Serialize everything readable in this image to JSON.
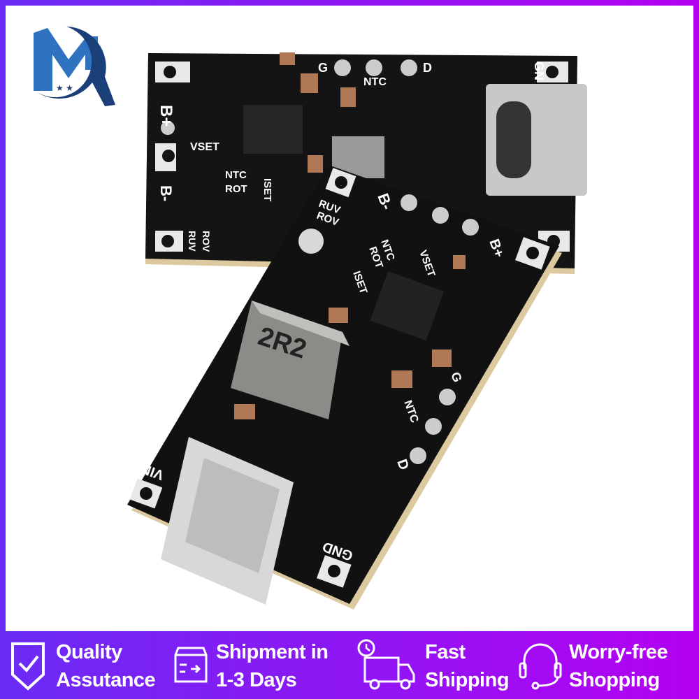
{
  "logo": {
    "text": "MQ",
    "colors": {
      "primary": "#2f6fb8",
      "dark": "#1b3f78"
    }
  },
  "product": {
    "back_board_labels": [
      "B+",
      "G",
      "NTC",
      "D",
      "GN",
      "VSET",
      "NTC",
      "ROT",
      "ISET",
      "B-",
      "RUV",
      "ROV"
    ],
    "front_board_labels": [
      "RUV",
      "ROV",
      "B-",
      "VSET",
      "NTC",
      "ROT",
      "ISET",
      "B+",
      "G",
      "NTC",
      "D",
      "VIN",
      "GND"
    ],
    "inductor_marking": "2R2"
  },
  "banner": {
    "gradient": [
      "#6a2cf6",
      "#b400f2"
    ],
    "features": [
      {
        "icon": "shield-check-icon",
        "line1": "Quality",
        "line2": "Assutance"
      },
      {
        "icon": "box-arrow-icon",
        "line1": "Shipment in",
        "line2": "1-3 Days"
      },
      {
        "icon": "delivery-truck-clock-icon",
        "line1": "Fast",
        "line2": "Shipping"
      },
      {
        "icon": "headset-icon",
        "line1": "Worry-free",
        "line2": "Shopping"
      }
    ]
  }
}
